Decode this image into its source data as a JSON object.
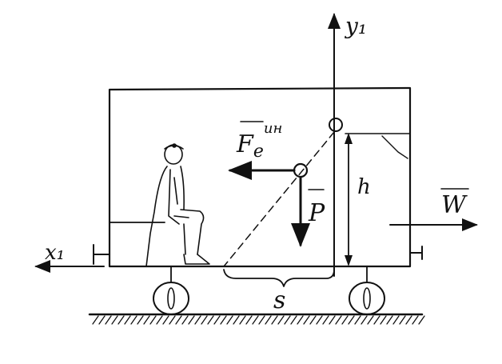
{
  "labels": {
    "y_axis": "y₁",
    "x_axis": "x₁",
    "force_inertia_main": "F",
    "force_inertia_sub": "e",
    "force_inertia_sup": "ин",
    "weight": "P",
    "acceleration": "W",
    "height": "h",
    "distance": "s"
  }
}
